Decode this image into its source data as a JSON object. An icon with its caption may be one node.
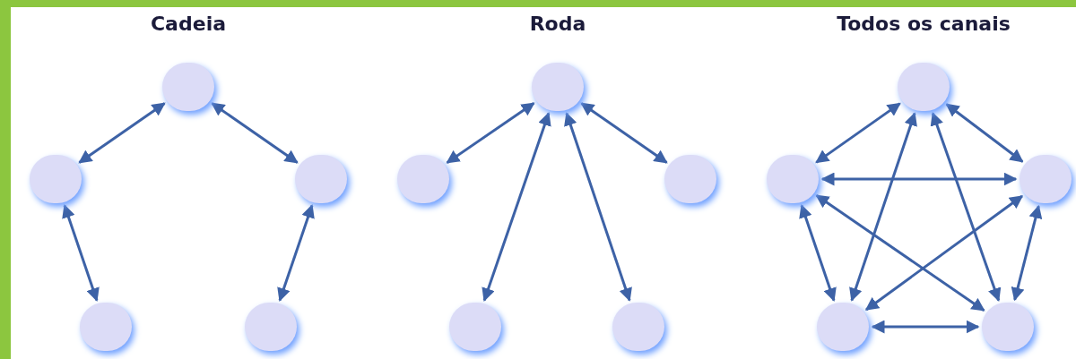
{
  "diagram": {
    "nodes": [
      {
        "text": [],
        "shape": "circle"
      },
      {
        "text": [],
        "shape": "circle"
      },
      {
        "text": [],
        "shape": "circle"
      },
      {
        "text": [],
        "shape": "circle"
      },
      {
        "text": [],
        "shape": "circle"
      },
      {
        "text": [],
        "shape": "circle"
      },
      {
        "text": [],
        "shape": "circle"
      },
      {
        "text": [],
        "shape": "circle"
      },
      {
        "text": [],
        "shape": "circle"
      },
      {
        "text": [],
        "shape": "circle"
      },
      {
        "text": [],
        "shape": "circle"
      },
      {
        "text": [],
        "shape": "circle"
      },
      {
        "text": [],
        "shape": "circle"
      },
      {
        "text": [],
        "shape": "circle"
      },
      {
        "text": [],
        "shape": "circle"
      }
    ],
    "edges": [
      {
        "from": 0,
        "to": 1,
        "arrow": "both"
      },
      {
        "from": 0,
        "to": 2,
        "arrow": "both"
      },
      {
        "from": 1,
        "to": 3,
        "arrow": "both"
      },
      {
        "from": 2,
        "to": 4,
        "arrow": "both"
      },
      {
        "from": 5,
        "to": 6,
        "arrow": "both"
      },
      {
        "from": 5,
        "to": 7,
        "arrow": "both"
      },
      {
        "from": 5,
        "to": 8,
        "arrow": "both"
      },
      {
        "from": 5,
        "to": 9,
        "arrow": "both"
      },
      {
        "from": 10,
        "to": 11,
        "arrow": "both"
      },
      {
        "from": 10,
        "to": 12,
        "arrow": "both"
      },
      {
        "from": 10,
        "to": 13,
        "arrow": "both"
      },
      {
        "from": 10,
        "to": 14,
        "arrow": "both"
      },
      {
        "from": 11,
        "to": 12,
        "arrow": "both"
      },
      {
        "from": 11,
        "to": 13,
        "arrow": "both"
      },
      {
        "from": 11,
        "to": 14,
        "arrow": "both"
      },
      {
        "from": 12,
        "to": 13,
        "arrow": "both"
      },
      {
        "from": 12,
        "to": 14,
        "arrow": "both"
      },
      {
        "from": 13,
        "to": 14,
        "arrow": "both"
      }
    ],
    "labels": [
      "Cadeia",
      "Roda",
      "Todos os canais"
    ]
  }
}
